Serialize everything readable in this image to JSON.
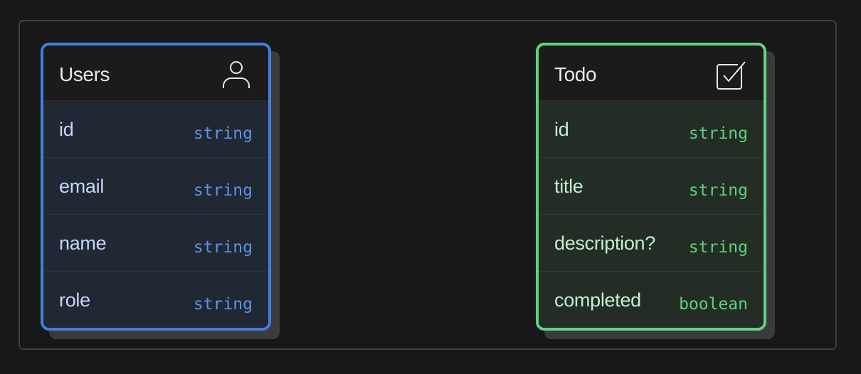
{
  "tables": [
    {
      "title": "Users",
      "icon": "user-icon",
      "accent": "#3f7fe0",
      "fields": [
        {
          "name": "id",
          "type": "string"
        },
        {
          "name": "email",
          "type": "string"
        },
        {
          "name": "name",
          "type": "string"
        },
        {
          "name": "role",
          "type": "string"
        }
      ]
    },
    {
      "title": "Todo",
      "icon": "checkbox-icon",
      "accent": "#63d283",
      "fields": [
        {
          "name": "id",
          "type": "string"
        },
        {
          "name": "title",
          "type": "string"
        },
        {
          "name": "description?",
          "type": "string"
        },
        {
          "name": "completed",
          "type": "boolean"
        }
      ]
    }
  ]
}
